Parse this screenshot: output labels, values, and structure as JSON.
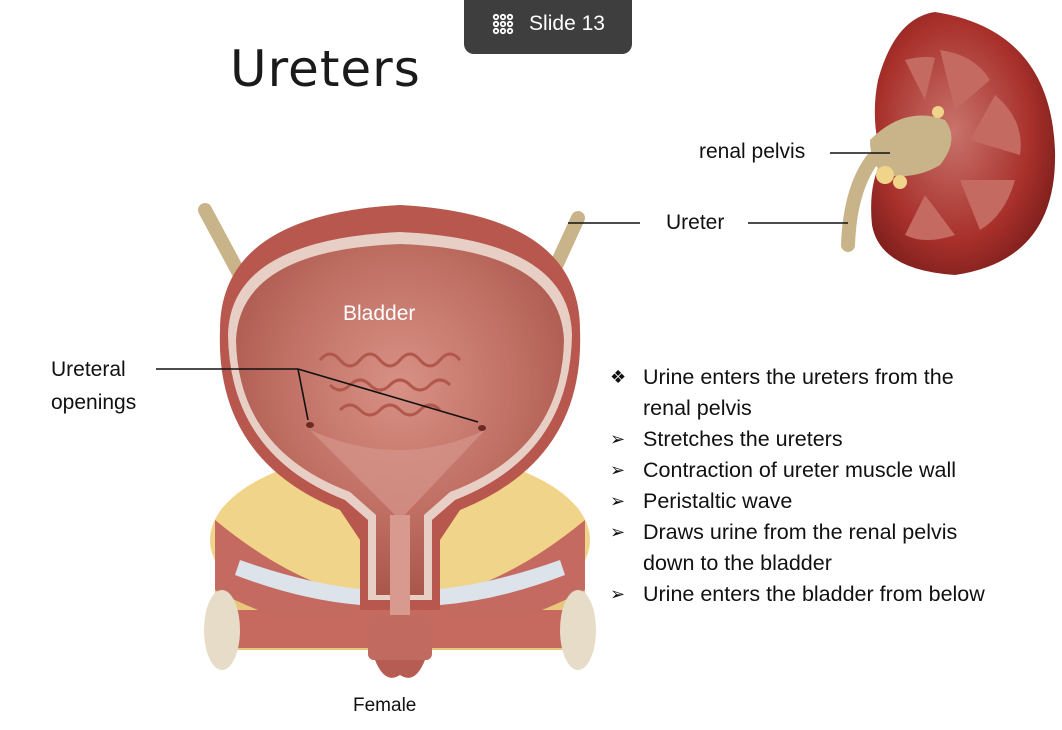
{
  "toolbar": {
    "slide_indicator": "Slide 13",
    "grid_icon": "grid-icon"
  },
  "slide": {
    "title": "Ureters",
    "labels": {
      "renal_pelvis": "renal pelvis",
      "ureter": "Ureter",
      "bladder": "Bladder",
      "ureteral_line1": "Ureteral",
      "ureteral_line2": "openings",
      "female": "Female"
    },
    "bullets": [
      {
        "marker": "❖",
        "line1": "Urine enters the ureters from the",
        "line2": "renal pelvis"
      },
      {
        "marker": "➢",
        "line1": "Stretches the ureters"
      },
      {
        "marker": "➢",
        "line1": "Contraction of ureter muscle wall"
      },
      {
        "marker": "➢",
        "line1": "Peristaltic wave"
      },
      {
        "marker": "➢",
        "line1": "Draws urine from the renal pelvis",
        "line2": "down to the bladder"
      },
      {
        "marker": "➢",
        "line1": "Urine enters the bladder from below"
      }
    ]
  },
  "colors": {
    "pill_bg": "#3e3e3e",
    "muscle": "#b8574e",
    "lumen": "#c47a6e",
    "fat": "#f0d48a",
    "ureter_tube": "#c9b48a",
    "kidney_cortex": "#a8302b"
  }
}
